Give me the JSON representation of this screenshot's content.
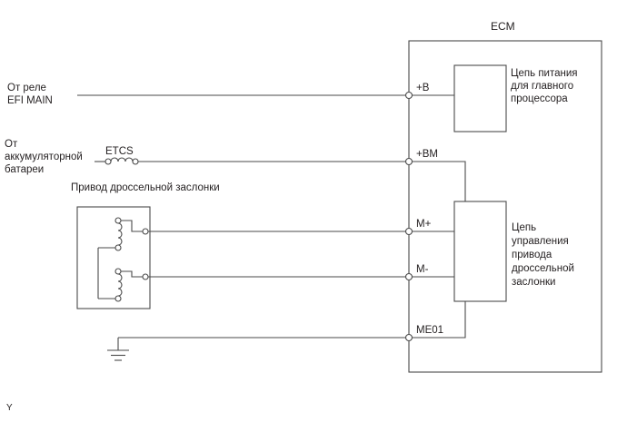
{
  "colors": {
    "line": "#4a4a4a",
    "text": "#231f20",
    "background": "#ffffff"
  },
  "labels": {
    "ecm": "ECM",
    "corner_mark": "Y",
    "efi_relay": [
      "От реле",
      "EFI MAIN"
    ],
    "battery": [
      "От",
      "аккумуляторной",
      "батареи"
    ],
    "fuse": "ETCS",
    "actuator": "Привод дроссельной заслонки",
    "power_block": [
      "Цепь питания",
      "для главного",
      "процессора"
    ],
    "motor_block": [
      "Цепь",
      "управления",
      "привода",
      "дроссельной",
      "заслонки"
    ]
  },
  "terminals": [
    "+B",
    "+BM",
    "M+",
    "M-",
    "ME01"
  ]
}
